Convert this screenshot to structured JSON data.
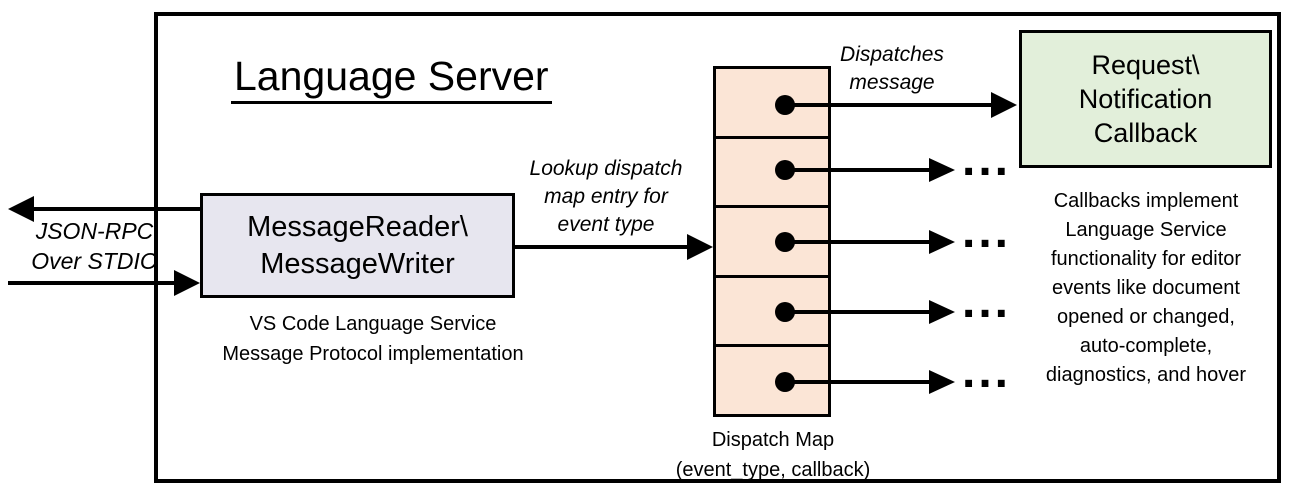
{
  "diagram": {
    "title": "Language Server",
    "colors": {
      "reader_box_fill": "#e7e6ef",
      "dispatch_cell_fill": "#fbe5d6",
      "callback_box_fill": "#e2efda",
      "line_color": "#000000",
      "background": "#ffffff"
    }
  },
  "stdio_label": {
    "lines": [
      "JSON-RPC",
      "Over STDIO"
    ]
  },
  "reader_box": {
    "lines": [
      "MessageReader\\",
      "MessageWriter"
    ]
  },
  "reader_caption": {
    "lines": [
      "VS Code Language Service",
      "Message Protocol implementation"
    ]
  },
  "lookup_label": {
    "lines": [
      "Lookup dispatch",
      "map entry for",
      "event type"
    ]
  },
  "dispatch_label": {
    "lines": [
      "Dispatches",
      "message"
    ]
  },
  "dispatch_map": {
    "row_count": "5",
    "ellipsis": "...",
    "caption_lines": [
      "Dispatch Map",
      "(event_type, callback)"
    ]
  },
  "callback_box": {
    "lines": [
      "Request\\",
      "Notification",
      "Callback"
    ]
  },
  "callback_caption": {
    "lines": [
      "Callbacks implement",
      "Language Service",
      "functionality for editor",
      "events like document",
      "opened or changed,",
      "auto-complete,",
      "diagnostics, and hover"
    ]
  }
}
